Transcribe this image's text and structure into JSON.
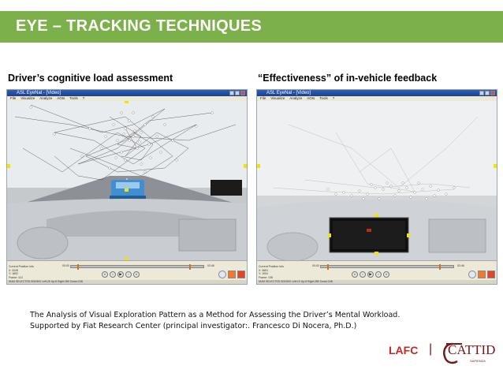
{
  "title": "EYE – TRACKING TECHNIQUES",
  "headings": {
    "left": "Driver’s cognitive load assessment",
    "right": "“Effectiveness” of in-vehicle feedback"
  },
  "screenshots": {
    "left": {
      "window_title": "ASL EyeNal - [Video]",
      "menu": [
        "File",
        "Visualize",
        "Analyze",
        "AOIs",
        "Tools",
        "?"
      ],
      "status_text": "Current Position Info\nX: 3245\nY: 1892\nFrame: 113",
      "timeline_left": "00:00",
      "timeline_right": "02:46",
      "bottom_status": "NUM  SELECTED 500/500  Left:26  Up:8  Right:280  Down:248"
    },
    "right": {
      "window_title": "ASL EyeNal - [Video]",
      "menu": [
        "File",
        "Visualize",
        "Analyze",
        "AOIs",
        "Tools",
        "?"
      ],
      "status_text": "Current Position Info\nX: 3651\nY: 1904\nFrame: 108",
      "timeline_left": "00:00",
      "timeline_right": "02:46",
      "bottom_status": "NUM  SELECTED 500/500  Left:19  Up:8  Right:280  Down:248"
    }
  },
  "playback_icons": [
    "rewind-icon",
    "step-back-icon",
    "play-icon",
    "step-forward-icon",
    "fast-forward-icon"
  ],
  "caption": {
    "line1": "The Analysis of Visual Exploration Pattern as a Method for Assessing the Driver’s Mental Workload.",
    "line2": "Supported by Fiat Research Center (principal investigator:. Francesco Di Nocera, Ph.D.)"
  },
  "logos": {
    "lafc": "LAFC",
    "separator": "|",
    "cattid": "CATTID",
    "cattid_sub": "SAPIENZA"
  },
  "colors": {
    "title_bar": "#7bb04a",
    "logo_red": "#7a1515"
  }
}
